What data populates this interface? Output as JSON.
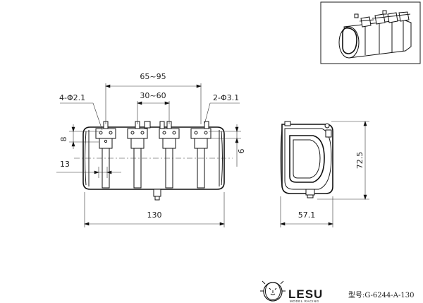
{
  "dimensions": {
    "clamp_spacing": "65~95",
    "inner_spacing": "30~60",
    "hole_left": "4-Φ2.1",
    "hole_right": "2-Φ3.1",
    "left_height": "8",
    "left_offset": "13",
    "right_height": "6",
    "total_length": "130",
    "total_height": "72.5",
    "depth": "57.1"
  },
  "brand": {
    "name": "LESU",
    "subtitle": "MODEL RACING",
    "model_label": "型号:G-6244-A-130"
  },
  "icons": {
    "logo": "lion-head-icon"
  },
  "colors": {
    "line": "#111111",
    "background": "#ffffff"
  }
}
